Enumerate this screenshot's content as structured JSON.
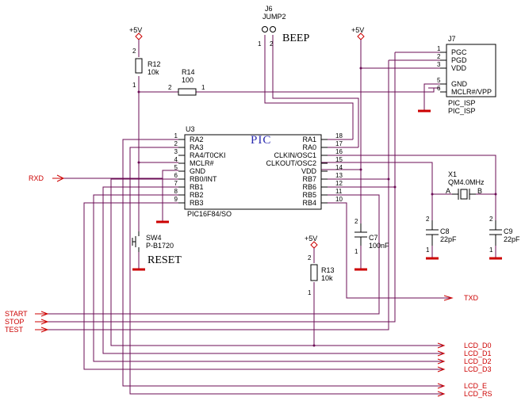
{
  "connectors": {
    "j6": {
      "ref": "J6",
      "value": "JUMP2",
      "pin1": "1",
      "pin2": "2"
    },
    "j7": {
      "ref": "J7",
      "name": "PIC_ISP",
      "name2": "PIC_ISP",
      "pins": [
        {
          "num": "1",
          "label": "PGC"
        },
        {
          "num": "2",
          "label": "PGD"
        },
        {
          "num": "3",
          "label": "VDD"
        },
        {
          "num": "5",
          "label": "GND"
        },
        {
          "num": "6",
          "label": "MCLR#/VPP"
        }
      ]
    }
  },
  "beep_label": "BEEP",
  "reset_label": "RESET",
  "power_label": "+5V",
  "resistors": {
    "r12": {
      "ref": "R12",
      "value": "10k",
      "pin1": "1",
      "pin2": "2"
    },
    "r14": {
      "ref": "R14",
      "value": "100",
      "pin1": "1",
      "pin2": "2"
    },
    "r13": {
      "ref": "R13",
      "value": "10k",
      "pin1": "1",
      "pin2": "2"
    }
  },
  "ic": {
    "ref": "U3",
    "title": "PIC",
    "part": "PIC16F84/SO",
    "left_pins": [
      {
        "num": "1",
        "label": "RA2"
      },
      {
        "num": "2",
        "label": "RA3"
      },
      {
        "num": "3",
        "label": "RA4/T0CKI"
      },
      {
        "num": "4",
        "label": "MCLR#"
      },
      {
        "num": "5",
        "label": "GND"
      },
      {
        "num": "6",
        "label": "RB0/INT"
      },
      {
        "num": "7",
        "label": "RB1"
      },
      {
        "num": "8",
        "label": "RB2"
      },
      {
        "num": "9",
        "label": "RB3"
      }
    ],
    "right_pins": [
      {
        "num": "18",
        "label": "RA1"
      },
      {
        "num": "17",
        "label": "RA0"
      },
      {
        "num": "16",
        "label": "CLKIN/OSC1"
      },
      {
        "num": "15",
        "label": "CLKOUT/OSC2"
      },
      {
        "num": "14",
        "label": "VDD"
      },
      {
        "num": "13",
        "label": "RB7"
      },
      {
        "num": "12",
        "label": "RB6"
      },
      {
        "num": "11",
        "label": "RB5"
      },
      {
        "num": "10",
        "label": "RB4"
      }
    ]
  },
  "crystal": {
    "ref": "X1",
    "value": "QM4.0MHz",
    "a": "A",
    "b": "B"
  },
  "capacitors": {
    "c7": {
      "ref": "C7",
      "value": "100nF",
      "pin1": "1",
      "pin2": "2"
    },
    "c8": {
      "ref": "C8",
      "value": "22pF",
      "pin1": "1",
      "pin2": "2"
    },
    "c9": {
      "ref": "C9",
      "value": "22pF",
      "pin1": "1",
      "pin2": "2"
    }
  },
  "switch": {
    "ref": "SW4",
    "value": "P-B1720"
  },
  "nets": {
    "rxd": "RXD",
    "txd": "TXD",
    "start": "START",
    "stop": "STOP",
    "test": "TEST",
    "lcd_d0": "LCD_D0",
    "lcd_d1": "LCD_D1",
    "lcd_d2": "LCD_D2",
    "lcd_d3": "LCD_D3",
    "lcd_e": "LCD_E",
    "lcd_rs": "LCD_RS"
  },
  "colors": {
    "wire": "#6b0c55",
    "net": "#cc0000",
    "component": "#000000",
    "ic_title": "#2b2bb0"
  }
}
